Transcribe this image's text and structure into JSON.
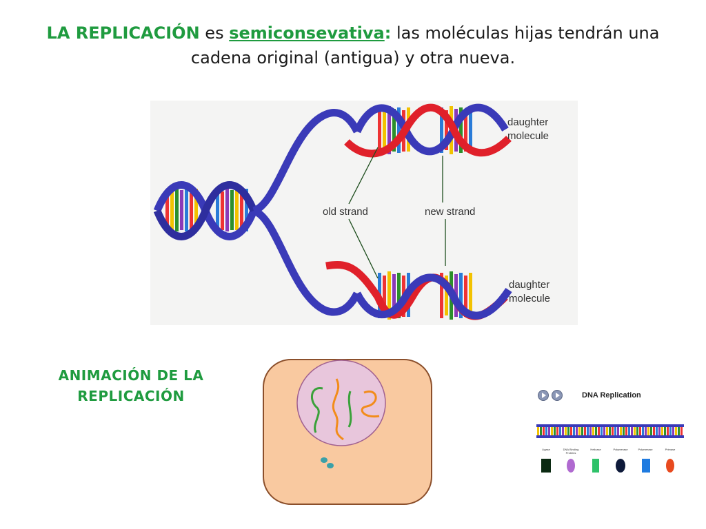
{
  "heading": {
    "part1": "LA REPLICACIÓN",
    "part2": " es ",
    "part3": "semiconsevativa",
    "part4": ":",
    "part5": " las moléculas hijas tendrán una cadena original (antigua) y otra nueva."
  },
  "figure": {
    "label_daughter_top_1": "daughter",
    "label_daughter_top_2": "molecule",
    "label_old": "old strand",
    "label_new": "new strand",
    "label_daughter_bottom_1": "daughter",
    "label_daughter_bottom_2": "molecule"
  },
  "animation": {
    "title_line1": "ANIMACIÓN DE LA",
    "title_line2": "REPLICACIÓN"
  },
  "dna_panel": {
    "title": "DNA Replication",
    "legend": [
      "Ligase",
      "DNA Binding Proteins",
      "Helicase",
      "Polymerase",
      "Polymerase",
      "Primase"
    ],
    "legend_colors": [
      "#0b2a12",
      "#b06ad0",
      "#2fc26a",
      "#0e1a3a",
      "#1f7be0",
      "#e84a1f"
    ]
  },
  "colors": {
    "accent_green": "#1f9b3f",
    "old_strand": "#3a3ab8",
    "new_strand": "#e0202a",
    "cell_fill": "#f9c9a0",
    "nucleus_fill": "#e8c6dc"
  }
}
